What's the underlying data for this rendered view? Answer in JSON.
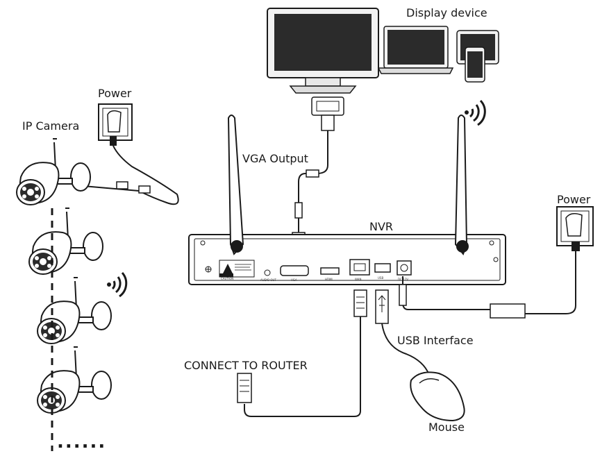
{
  "labels": {
    "display_device": "Display device",
    "power_left": "Power",
    "ip_camera": "IP Camera",
    "vga_output": "VGA Output",
    "nvr": "NVR",
    "power_right": "Power",
    "usb_interface": "USB Interface",
    "connect_to_router": "CONNECT TO ROUTER",
    "mouse": "Mouse",
    "more": "......"
  },
  "panel_labels": {
    "caution": "CAUTION",
    "audio_out": "AUDIO OUT",
    "vga": "VGA",
    "hdmi": "HDMI",
    "wan": "WAN",
    "usb": "USB",
    "dc": "DC 12V"
  },
  "colors": {
    "line": "#1a1a1a",
    "screen": "#2b2b2b",
    "device_fill": "#ffffff"
  }
}
